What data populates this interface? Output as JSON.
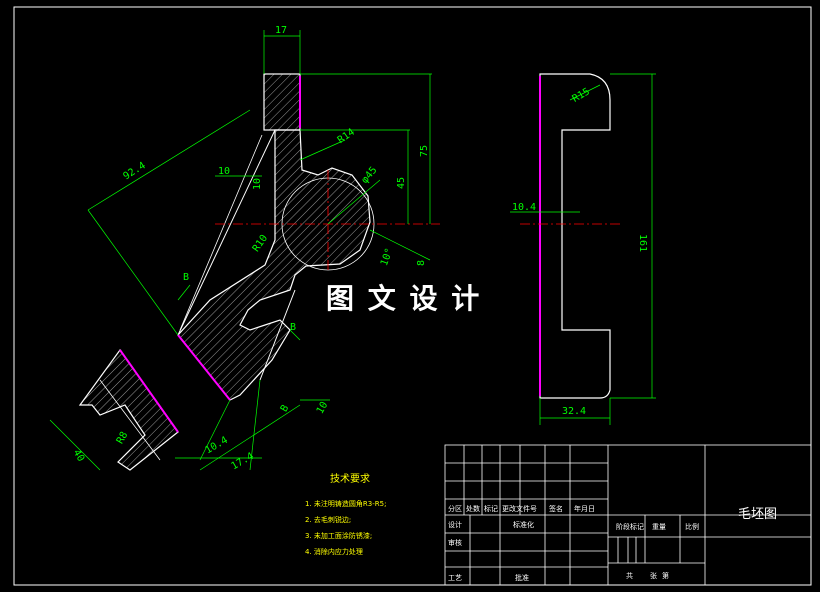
{
  "watermark": "图 文 设 计",
  "dimensions": {
    "d17": "17",
    "d75": "75",
    "d45": "45",
    "d92_4": "92.4",
    "d10a": "10",
    "dR14": "R14",
    "dphi45": "φ45",
    "dR10": "R10",
    "d10angle": "10°",
    "dB_label": "B",
    "d8": "8",
    "d40": "40",
    "d10_4b": "10.4",
    "d17_4": "17.4",
    "d10c": "10",
    "d10_4": "10.4",
    "d161": "161",
    "d32_4": "32.4",
    "dR15": "R15",
    "dR8": "R8",
    "d10d": "10"
  },
  "tech_requirements": {
    "title": "技术要求",
    "items": [
      "1. 未注明铸造圆角R3-R5;",
      "2. 去毛刺锐边;",
      "3. 未加工面涂防锈漆;",
      "4. 消除内应力处理"
    ]
  },
  "title_block": {
    "drawing_name": "毛坯图",
    "labels": {
      "fenqu": "分区",
      "chushu": "处数",
      "biaoji": "标记",
      "genggai": "更改文件号",
      "qianming": "签名",
      "nianyueri": "年月日",
      "sheji": "设计",
      "biaozhunhua": "标准化",
      "jieduan": "阶段标记",
      "zhongliang": "重量",
      "bili": "比例",
      "shenhe": "审核",
      "gongyi": "工艺",
      "pizhun": "批准",
      "gong": "共",
      "zhang": "张",
      "di": "第"
    }
  },
  "colors": {
    "outline": "#ffffff",
    "dimension": "#00ff00",
    "section_line": "#ff0000",
    "hatch": "#ffffff",
    "machining_edge": "#ff00ff",
    "tech_text": "#ffff00"
  }
}
